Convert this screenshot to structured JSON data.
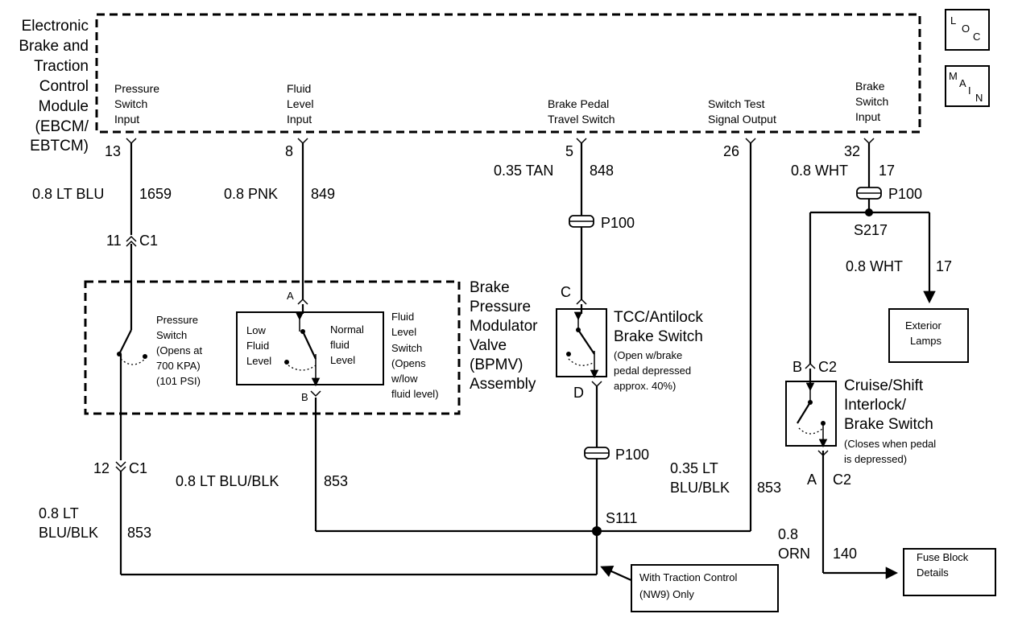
{
  "module": {
    "name_lines": [
      "Electronic",
      "Brake and",
      "Traction",
      "Control",
      "Module",
      "(EBCM/",
      "EBTCM)"
    ],
    "inputs": {
      "pressure_switch": [
        "Pressure",
        "Switch",
        "Input"
      ],
      "fluid_level": [
        "Fluid",
        "Level",
        "Input"
      ],
      "brake_pedal": [
        "Brake Pedal",
        "Travel Switch"
      ],
      "switch_test": [
        "Switch Test",
        "Signal Output"
      ],
      "brake_switch": [
        "Brake",
        "Switch",
        "Input"
      ]
    }
  },
  "icons": {
    "loc": {
      "l1": "L",
      "l2": "O",
      "l3": "C"
    },
    "main": {
      "l1": "M",
      "l2": "A",
      "l3": "I",
      "l4": "N"
    }
  },
  "pins": {
    "p13": "13",
    "p8": "8",
    "p5": "5",
    "p26": "26",
    "p32": "32"
  },
  "wires": {
    "w1659": {
      "gauge": "0.8 LT BLU",
      "circuit": "1659"
    },
    "w849": {
      "gauge": "0.8 PNK",
      "circuit": "849"
    },
    "w848": {
      "gauge": "0.35 TAN",
      "circuit": "848"
    },
    "w17a": {
      "gauge": "0.8 WHT",
      "circuit": "17"
    },
    "w17b": {
      "gauge": "0.8 WHT",
      "circuit": "17"
    },
    "w853a": {
      "gauge": "0.8 LT BLU/BLK",
      "circuit": "853"
    },
    "w853b": {
      "gauge1": "0.35 LT",
      "gauge2": "BLU/BLK",
      "circuit": "853"
    },
    "w853c": {
      "gauge1": "0.8 LT",
      "gauge2": "BLU/BLK",
      "circuit": "853"
    },
    "w140": {
      "gauge1": "0.8",
      "gauge2": "ORN",
      "circuit": "140"
    }
  },
  "connectors": {
    "c1_top": {
      "pin": "11",
      "name": "C1"
    },
    "c1_bot": {
      "pin": "12",
      "name": "C1"
    },
    "p100_848": "P100",
    "p100_17": "P100",
    "p100_d": "P100",
    "bpmv_a": "A",
    "bpmv_b": "B",
    "tcc_c": "C",
    "tcc_d": "D",
    "c2_top": {
      "pin": "B",
      "name": "C2"
    },
    "c2_bot": {
      "pin": "A",
      "name": "C2"
    }
  },
  "splices": {
    "s217": "S217",
    "s111": "S111"
  },
  "bpmv": {
    "title": [
      "Brake",
      "Pressure",
      "Modulator",
      "Valve",
      "(BPMV)",
      "Assembly"
    ],
    "pressure_switch": [
      "Pressure",
      "Switch",
      "(Opens at",
      "700 KPA)",
      "(101 PSI)"
    ],
    "low_fluid": [
      "Low",
      "Fluid",
      "Level"
    ],
    "normal_fluid": [
      "Normal",
      "fluid",
      "Level"
    ],
    "fluid_switch": [
      "Fluid",
      "Level",
      "Switch",
      "(Opens",
      "w/low",
      "fluid level)"
    ]
  },
  "tcc": {
    "title": [
      "TCC/Antilock",
      "Brake Switch"
    ],
    "note": [
      "(Open w/brake",
      "pedal depressed",
      "approx. 40%)"
    ]
  },
  "cruise": {
    "title": [
      "Cruise/Shift",
      "Interlock/",
      "Brake Switch"
    ],
    "note": [
      "(Closes when pedal",
      "is depressed)"
    ]
  },
  "exterior": [
    "Exterior",
    "Lamps"
  ],
  "fuse": [
    "Fuse Block",
    "Details"
  ],
  "traction_note": [
    "With Traction Control",
    "(NW9) Only"
  ]
}
